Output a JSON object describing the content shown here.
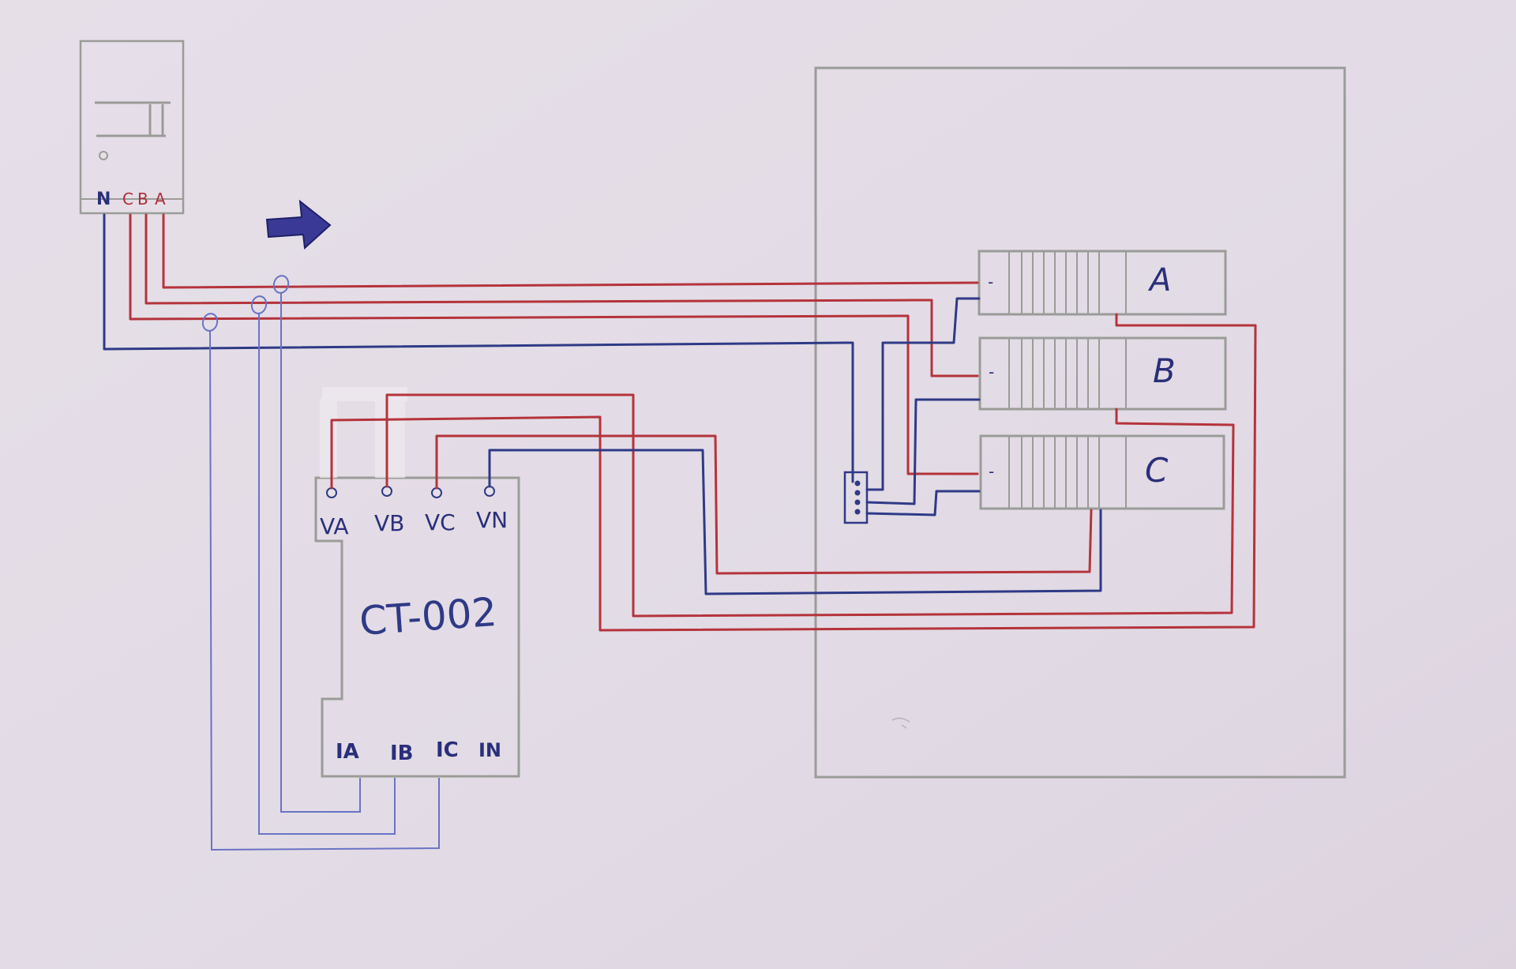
{
  "source_meter": {
    "terminals": [
      "N",
      "C",
      "B",
      "A"
    ]
  },
  "ct_module": {
    "title": "CT-002",
    "voltage_terminals": [
      "VA",
      "VB",
      "VC",
      "VN"
    ],
    "current_terminals": [
      "IA",
      "IB",
      "IC",
      "IN"
    ]
  },
  "breakers": [
    {
      "label": "A",
      "mark": "-"
    },
    {
      "label": "B",
      "mark": "-"
    },
    {
      "label": "C",
      "mark": "-"
    }
  ],
  "colors": {
    "paper": "#e4dde6",
    "live_wire": "#b5333b",
    "neutral_wire": "#2f3a86",
    "pencil": "#9a9c98"
  },
  "icons": [
    "direction-arrow-icon"
  ]
}
